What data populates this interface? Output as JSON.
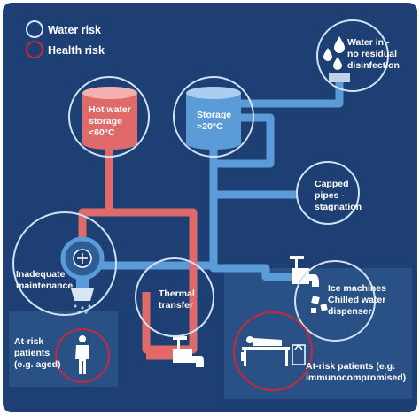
{
  "legend": {
    "water_risk": "Water risk",
    "health_risk": "Health risk"
  },
  "labels": {
    "water_in_1": "Water in -",
    "water_in_2": "no residual",
    "water_in_3": "disinfection",
    "hot_storage_1": "Hot water",
    "hot_storage_2": "storage",
    "hot_storage_3": "<60°C",
    "storage_1": "Storage",
    "storage_2": ">20°C",
    "capped_1": "Capped",
    "capped_2": "pipes -",
    "capped_3": "stagnation",
    "maintenance_1": "Inadequate",
    "maintenance_2": "maintenance",
    "thermal_1": "Thermal",
    "thermal_2": "transfer",
    "ice_1": "Ice machines",
    "ice_2": "Chilled water",
    "ice_3": "dispenser",
    "aged_1": "At-risk",
    "aged_2": "patients",
    "aged_3": "(e.g. aged)",
    "immuno_1": "At-risk patients (e.g.",
    "immuno_2": "immunocompromised)"
  },
  "colors": {
    "background": "#1d3f73",
    "panel": "#2a5186",
    "cold_pipe": "#5b9bd8",
    "hot_pipe": "#e06a6a",
    "water_ring": "#cfe2f5",
    "health_ring": "#c8283a"
  },
  "icons": [
    "water-drops-icon",
    "tap-icon",
    "valve-icon",
    "shower-icon",
    "person-icon",
    "patient-bed-icon",
    "ice-cubes-icon"
  ]
}
